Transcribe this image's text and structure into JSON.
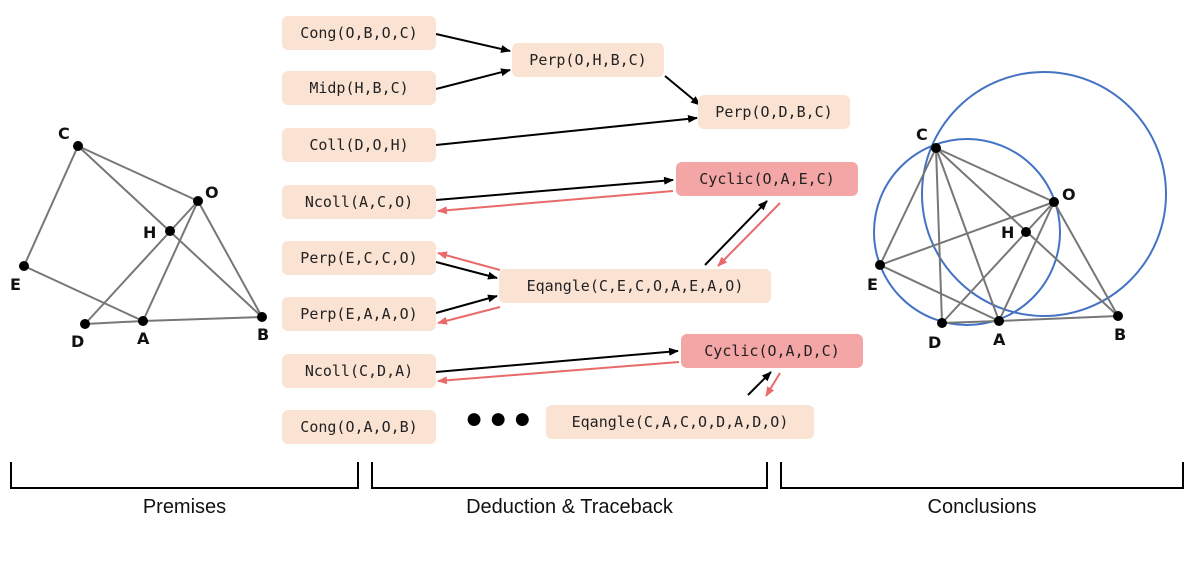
{
  "premises_diagram": {
    "labels": {
      "C": "C",
      "O": "O",
      "H": "H",
      "E": "E",
      "D": "D",
      "A": "A",
      "B": "B"
    }
  },
  "conclusions_diagram": {
    "labels": {
      "C": "C",
      "O": "O",
      "H": "H",
      "E": "E",
      "D": "D",
      "A": "A",
      "B": "B"
    },
    "circle_color": "#4472c4"
  },
  "deduction": {
    "premises": [
      "Cong(O,B,O,C)",
      "Midp(H,B,C)",
      "Coll(D,O,H)",
      "Ncoll(A,C,O)",
      "Perp(E,C,C,O)",
      "Perp(E,A,A,O)",
      "Ncoll(C,D,A)",
      "Cong(O,A,O,B)"
    ],
    "intermediate": [
      "Perp(O,H,B,C)",
      "Perp(O,D,B,C)",
      "Eqangle(C,E,C,O,A,E,A,O)",
      "Eqangle(C,A,C,O,D,A,D,O)"
    ],
    "conclusions": [
      "Cyclic(O,A,E,C)",
      "Cyclic(O,A,D,C)"
    ],
    "ellipsis": "●●●",
    "forward_arrow_color": "#000000",
    "traceback_arrow_color": "#e86a6a",
    "premise_box_color": "#fbe3d4",
    "conclusion_box_color": "#f4a6a6"
  },
  "sections": {
    "premises": "Premises",
    "deduction": "Deduction & Traceback",
    "conclusions": "Conclusions"
  }
}
